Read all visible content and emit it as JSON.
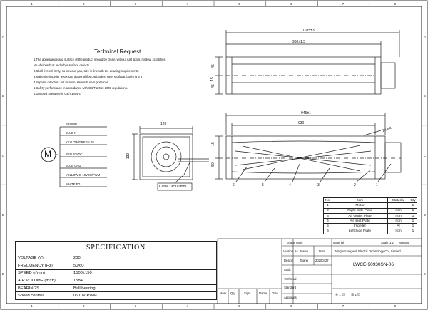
{
  "grid": {
    "cols": [
      "1",
      "2",
      "3",
      "4",
      "5",
      "6",
      "7",
      "8"
    ],
    "rows": [
      "A",
      "B",
      "C",
      "D",
      "E"
    ]
  },
  "request": {
    "title": "Technical Request",
    "lines": [
      "1.The appearance and surface of the product should be clean, without rust spots, mildew, scratches,",
      "  No obvious burr and other surface defects.",
      "2.Shell riveted firmly, no obvious gap, size in line with the drawing requirements.",
      "3.Make the impeller ø90X935, diagonal flow,38 blades, steel shaft ø8, bushing ø 8",
      "4.Impeller direction: left rotation, sleeve built-in (external).",
      "5.Safety performance in accordance with GB/T12953-2008 regulations.",
      "6.Unnoted tolerance in GB/T1804-c."
    ]
  },
  "wires": [
    {
      "label": "BROWN  L"
    },
    {
      "label": "BLUE  N"
    },
    {
      "label": "YELLOW/GREEN  PE"
    },
    {
      "label": "RED  10VDC"
    },
    {
      "label": "BLUE  GND"
    },
    {
      "label": "YELLOW  0~10VDC/PWM"
    },
    {
      "label": "WHITE  FG"
    }
  ],
  "motor_symbol": "M",
  "dims": {
    "overall": "1035±3",
    "housing": "960±1.5",
    "d45": "45",
    "d15_45": "15",
    "d45b": "45",
    "d945": "945±1",
    "d930": "930",
    "d50": "50",
    "d15": "15",
    "holes": "24-ø4",
    "w120": "120",
    "h130": "130",
    "cable": "Cable L=500 mm"
  },
  "balloons": [
    "6",
    "5",
    "4",
    "3",
    "2",
    "1"
  ],
  "parts": {
    "headers": [
      "No.",
      "Item",
      "Material",
      "Qty"
    ],
    "rows": [
      [
        "1",
        "Motor",
        "",
        "1"
      ],
      [
        "2",
        "Right Side Plate",
        "Iron",
        "1"
      ],
      [
        "3",
        "Air Outlet Plate",
        "Iron",
        "1"
      ],
      [
        "4",
        "Air Inlet Plate",
        "Iron",
        "1"
      ],
      [
        "5",
        "Impeller",
        "Al",
        "1"
      ],
      [
        "6",
        "Left Side Plate",
        "Iron",
        "1"
      ]
    ]
  },
  "spec": {
    "title": "SPECIFICATION",
    "rows": [
      [
        "VOLTAGE (V)",
        "230"
      ],
      [
        "FREQUENCY (Hz)",
        "50/60"
      ],
      [
        "SPEED  (r/min)",
        "1500±150"
      ],
      [
        "AIR  VOLUME  (m³/h)",
        "1584"
      ],
      [
        "BEARINGS",
        "Ball bearing"
      ],
      [
        "Speed control",
        "0~10V/PWM"
      ]
    ]
  },
  "titleblock": {
    "stage_mark": "Stage Mark",
    "version": "Version",
    "version_val": "A1",
    "name": "Name",
    "date": "Date",
    "design": "Design",
    "designer": "Zhang",
    "design_date": "20200427",
    "audit": "Audit",
    "technical": "Technical",
    "standard": "Standard",
    "approves": "Approves",
    "material": "Material",
    "scale": "Scale",
    "scale_val": "1:2",
    "weight": "Weight",
    "company": "Ningbo Longwell Electric Technology Co., Limited",
    "part_no": "LWCE-90930SN-06",
    "sheet": "共 1 页",
    "page": "第 1 页",
    "mark": "Mark",
    "qty": "Qty",
    "sign": "Sign",
    "name2": "Name",
    "date2": "Date"
  }
}
